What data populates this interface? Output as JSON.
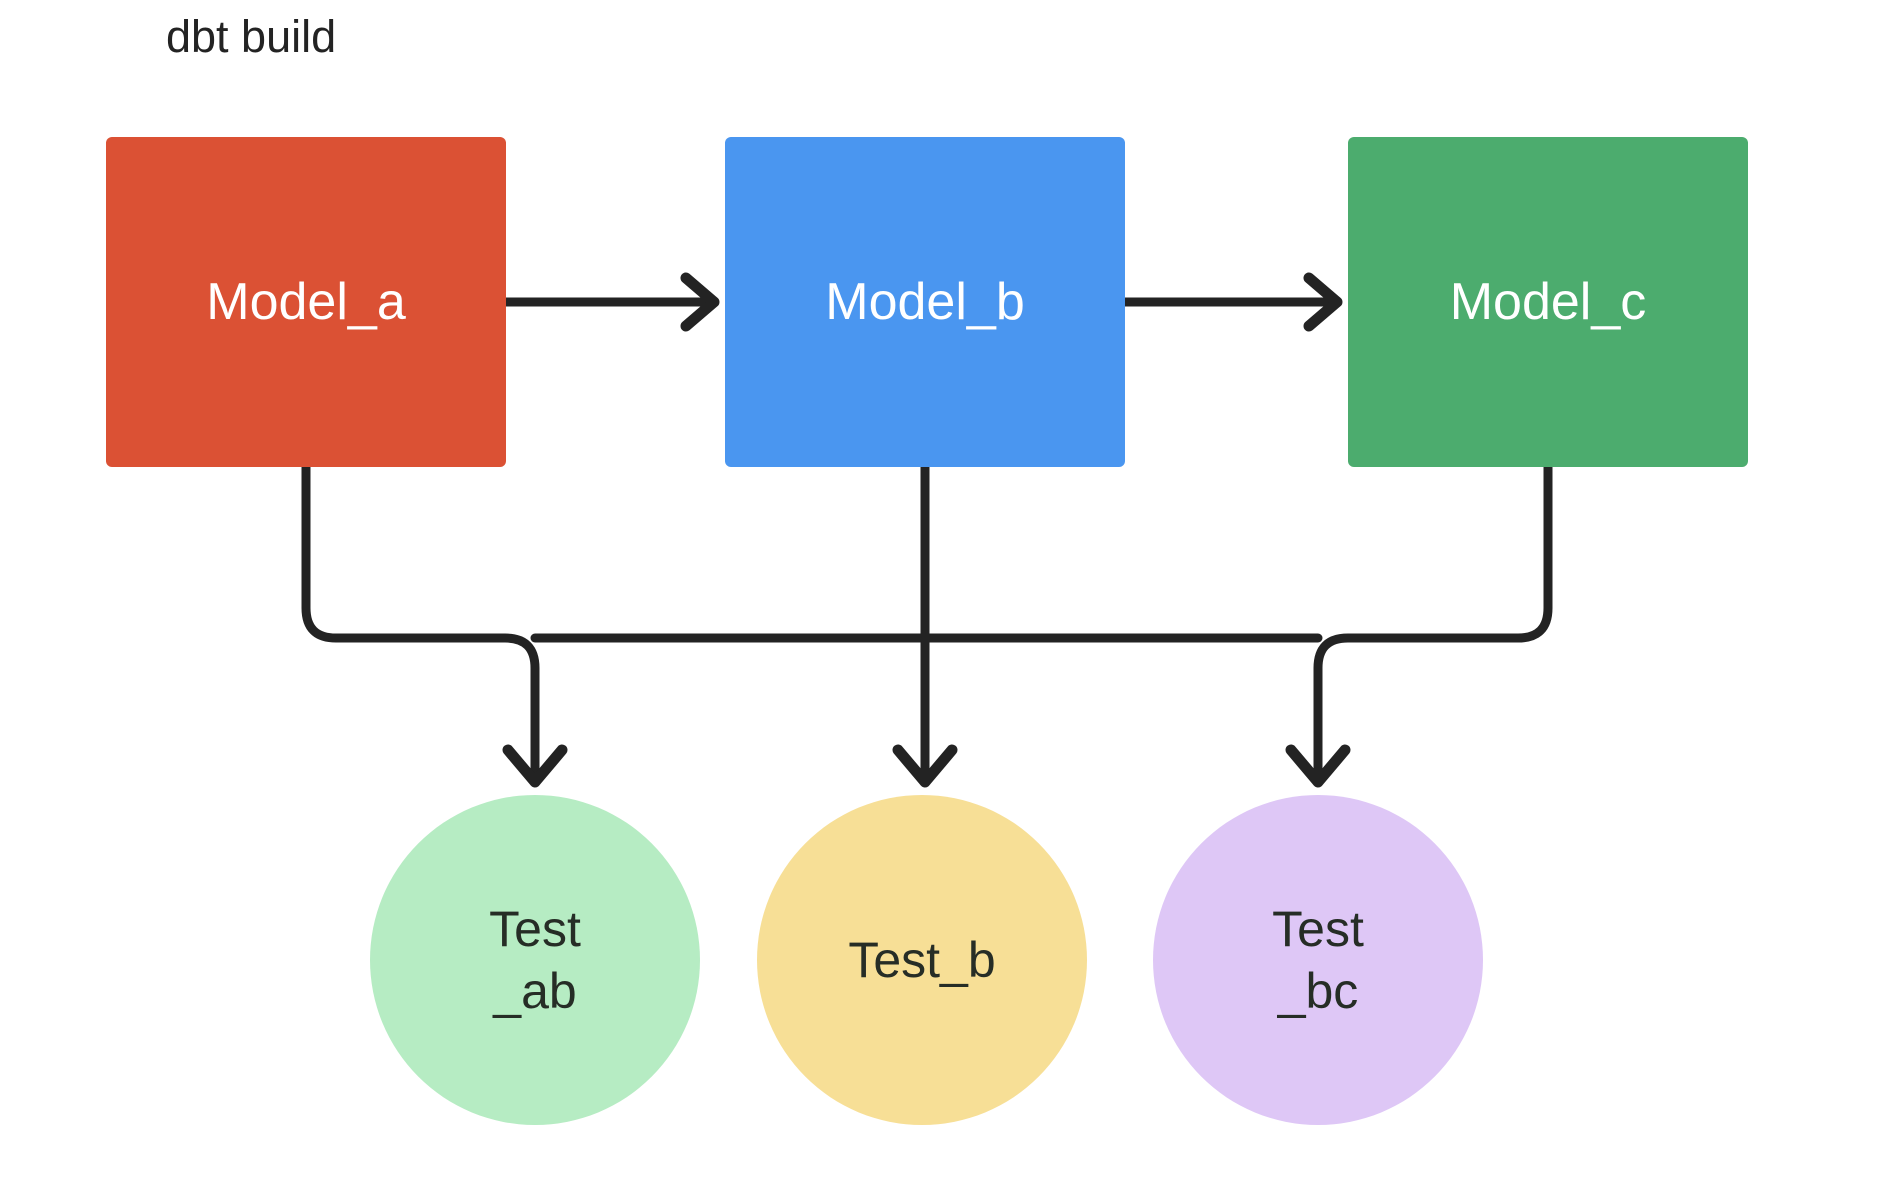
{
  "diagram": {
    "title": "dbt build",
    "background_color": "#ffffff",
    "edge_color": "#232323",
    "nodes": [
      {
        "id": "model_a",
        "label": "Model_a",
        "shape": "rect",
        "color": "#DB5134",
        "text_color": "#ffffff"
      },
      {
        "id": "model_b",
        "label": "Model_b",
        "shape": "rect",
        "color": "#4A96F0",
        "text_color": "#ffffff"
      },
      {
        "id": "model_c",
        "label": "Model_c",
        "shape": "rect",
        "color": "#4CAC6E",
        "text_color": "#ffffff"
      },
      {
        "id": "test_ab",
        "label_line1": "Test",
        "label_line2": "_ab",
        "shape": "circle",
        "color": "#B6ECC3",
        "text_color": "#262D26"
      },
      {
        "id": "test_b",
        "label_line1": "Test_b",
        "label_line2": "",
        "shape": "circle",
        "color": "#F7DF96",
        "text_color": "#262D26"
      },
      {
        "id": "test_bc",
        "label_line1": "Test",
        "label_line2": "_bc",
        "shape": "circle",
        "color": "#DEC7F6",
        "text_color": "#262D26"
      }
    ],
    "edges": [
      {
        "from": "model_a",
        "to": "model_b",
        "style": "straight-right"
      },
      {
        "from": "model_b",
        "to": "model_c",
        "style": "straight-right"
      },
      {
        "from": "model_a",
        "to": "test_ab",
        "style": "elbow-down"
      },
      {
        "from": "model_b",
        "to": "test_b",
        "style": "straight-down"
      },
      {
        "from": "model_c",
        "to": "test_bc",
        "style": "elbow-down"
      }
    ]
  }
}
